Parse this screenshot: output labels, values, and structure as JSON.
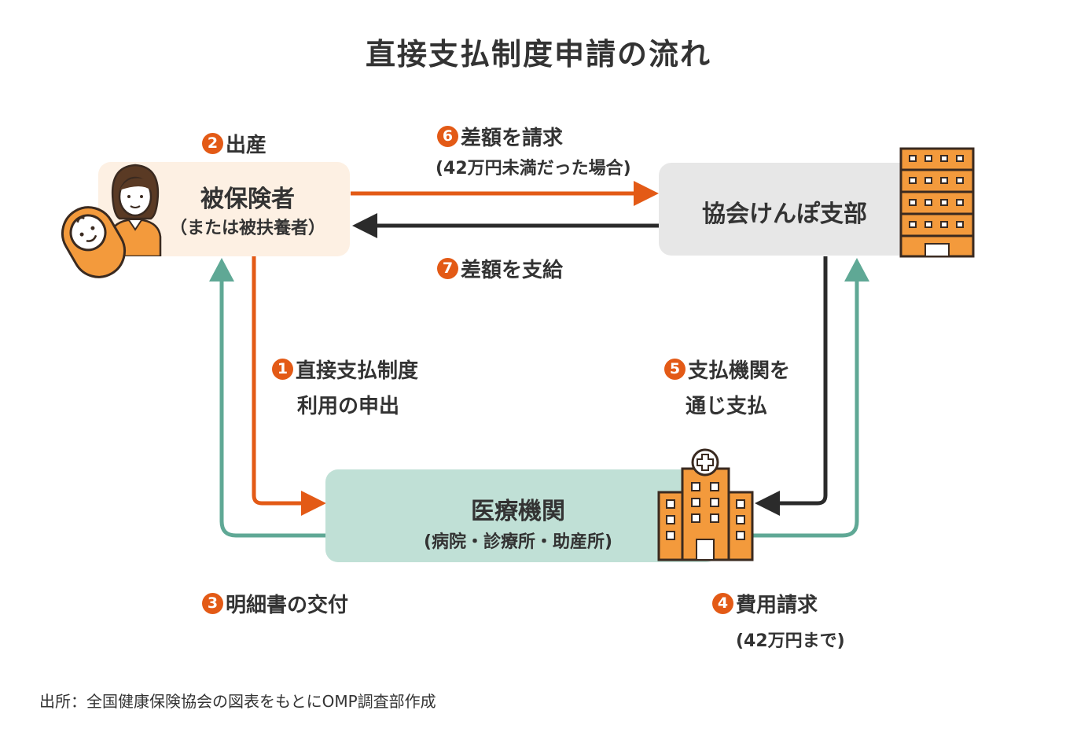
{
  "title": "直接支払制度申請の流れ",
  "colors": {
    "orange": "#e35a16",
    "teal": "#5fa895",
    "black": "#2b2b2b",
    "building_orange": "#f39a3c"
  },
  "nodes": {
    "insured": {
      "name": "被保険者",
      "sub": "（または被扶養者）"
    },
    "kyokai": {
      "name": "協会けんぽ支部"
    },
    "medical": {
      "name": "医療機関",
      "sub": "(病院・診療所・助産所)"
    }
  },
  "steps": [
    {
      "num": "1",
      "line1": "直接支払制度",
      "line2": "利用の申出"
    },
    {
      "num": "2",
      "line1": "出産"
    },
    {
      "num": "3",
      "line1": "明細書の交付"
    },
    {
      "num": "4",
      "line1": "費用請求",
      "line2": "(42万円まで)"
    },
    {
      "num": "5",
      "line1": "支払機関を",
      "line2": "通じ支払"
    },
    {
      "num": "6",
      "line1": "差額を請求",
      "line2": "(42万円未満だった場合)"
    },
    {
      "num": "7",
      "line1": "差額を支給"
    }
  ],
  "icons": {
    "mother": "mother-icon",
    "baby": "baby-icon",
    "office": "office-building-icon",
    "hospital": "hospital-icon"
  },
  "source": "出所：全国健康保険協会の図表をもとにOMP調査部作成"
}
